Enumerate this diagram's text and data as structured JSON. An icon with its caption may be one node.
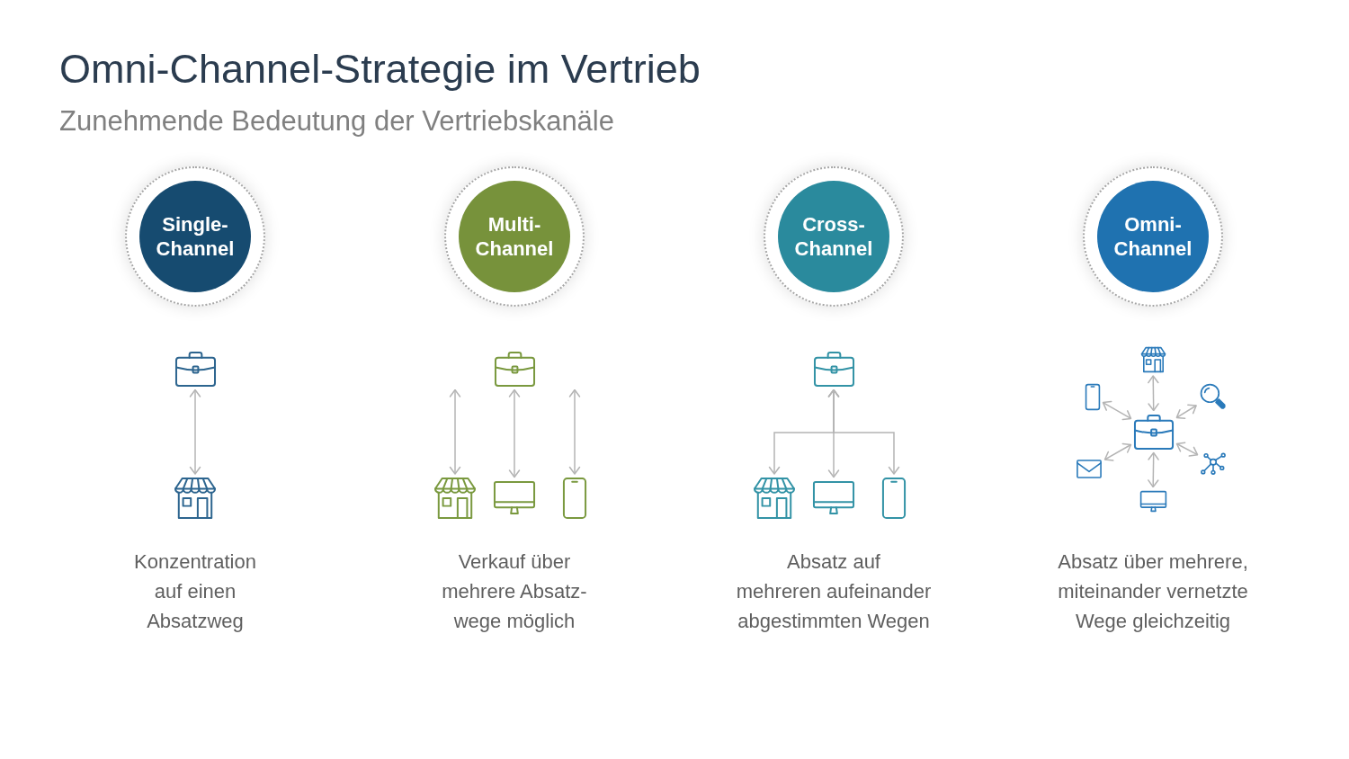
{
  "diagram": {
    "title": "Omni-Channel-Strategie im Vertrieb",
    "nodes": [
      {
        "text": [
          "Single- Channel"
        ]
      },
      {
        "text": [
          "Multi- Channel"
        ]
      },
      {
        "text": [
          "Cross- Channel"
        ]
      },
      {
        "text": [
          "Omni- Channel"
        ]
      },
      {
        "text": [],
        "shape": "picture"
      },
      {
        "text": [],
        "shape": "picture"
      },
      {
        "text": [],
        "shape": "picture"
      },
      {
        "text": [],
        "shape": "picture"
      },
      {
        "text": [],
        "shape": "picture"
      },
      {
        "text": [],
        "shape": "picture"
      },
      {
        "text": [],
        "shape": "picture"
      },
      {
        "text": [],
        "shape": "picture"
      },
      {
        "text": [],
        "shape": "picture"
      },
      {
        "text": [],
        "shape": "picture"
      },
      {
        "text": [],
        "shape": "picture"
      },
      {
        "text": [],
        "shape": "picture"
      },
      {
        "text": [],
        "shape": "picture"
      },
      {
        "text": [],
        "shape": "picture"
      },
      {
        "text": [],
        "shape": "picture"
      },
      {
        "text": [],
        "shape": "picture"
      },
      {
        "text": [],
        "shape": "picture"
      }
    ],
    "edges": [
      {
        "from": 4,
        "to": 5,
        "arrow": "both"
      },
      {
        "from": 6,
        "to": 7,
        "arrow": "both"
      },
      {
        "from": 6,
        "to": 8,
        "arrow": "both"
      },
      {
        "from": 6,
        "to": 9,
        "arrow": "both"
      },
      {
        "from": 10,
        "to": 11,
        "arrow": "both"
      },
      {
        "from": 10,
        "to": 12,
        "arrow": "both"
      },
      {
        "from": 10,
        "to": 13,
        "arrow": "both"
      },
      {
        "from": 17,
        "to": 14,
        "arrow": "both"
      },
      {
        "from": 17,
        "to": 15,
        "arrow": "both"
      },
      {
        "from": 17,
        "to": 16,
        "arrow": "both"
      },
      {
        "from": 17,
        "to": 18,
        "arrow": "both"
      },
      {
        "from": 17,
        "to": 19,
        "arrow": "both"
      },
      {
        "from": 17,
        "to": 20,
        "arrow": "both"
      }
    ],
    "labels": [
      "Zunehmende Bedeutung der Vertriebskanäle",
      "Konzentration auf einen Absatzweg",
      "Verkauf über mehrere Absatz- wege möglich",
      "Absatz auf mehreren aufeinander abgestimmten Wegen",
      "Absatz über mehrere, miteinander vernetzte Wege gleichzeitig"
    ]
  }
}
